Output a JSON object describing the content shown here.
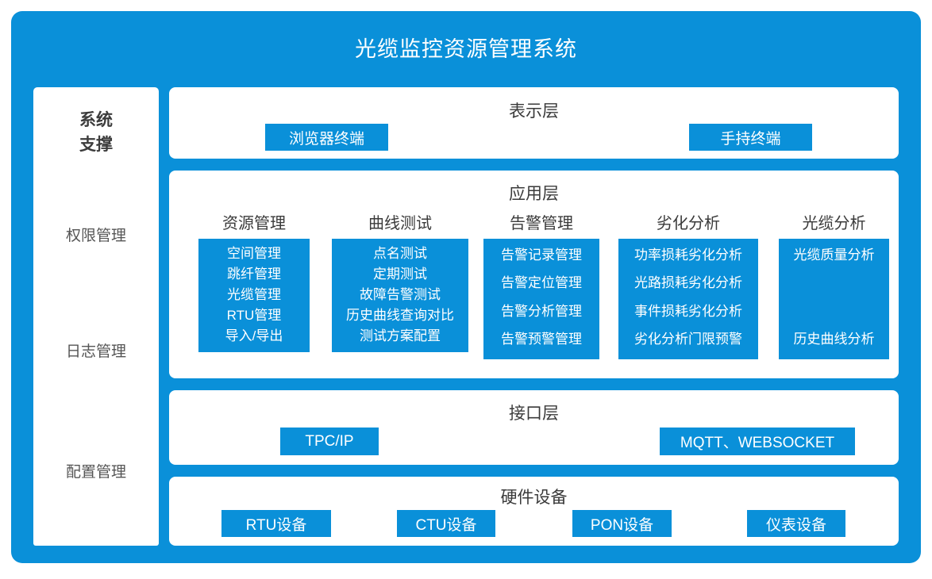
{
  "title": "光缆监控资源管理系统",
  "colors": {
    "brand_blue": "#0a90d9",
    "panel_white": "#ffffff",
    "text_dark": "#3a3a3a"
  },
  "sidebar": {
    "title": "系统\n支撑",
    "title_line1": "系统",
    "title_line2": "支撑",
    "items": [
      {
        "label": "权限管理"
      },
      {
        "label": "日志管理"
      },
      {
        "label": "配置管理"
      }
    ]
  },
  "layers": {
    "presentation": {
      "title": "表示层",
      "chips": [
        {
          "label": "浏览器终端"
        },
        {
          "label": "手持终端"
        }
      ]
    },
    "application": {
      "title": "应用层",
      "columns": [
        {
          "head": "资源管理",
          "items": [
            "空间管理",
            "跳纤管理",
            "光缆管理",
            "RTU管理",
            "导入/导出"
          ]
        },
        {
          "head": "曲线测试",
          "items": [
            "点名测试",
            "定期测试",
            "故障告警测试",
            "历史曲线查询对比",
            "测试方案配置"
          ]
        },
        {
          "head": "告警管理",
          "items": [
            "告警记录管理",
            "告警定位管理",
            "告警分析管理",
            "告警预警管理"
          ]
        },
        {
          "head": "劣化分析",
          "items": [
            "功率损耗劣化分析",
            "光路损耗劣化分析",
            "事件损耗劣化分析",
            "劣化分析门限预警"
          ]
        },
        {
          "head": "光缆分析",
          "items": [
            "光缆质量分析",
            "历史曲线分析"
          ],
          "spaced": true
        }
      ]
    },
    "interface": {
      "title": "接口层",
      "chips": [
        {
          "label": "TPC/IP"
        },
        {
          "label": "MQTT、WEBSOCKET"
        }
      ]
    },
    "hardware": {
      "title": "硬件设备",
      "chips": [
        {
          "label": "RTU设备"
        },
        {
          "label": "CTU设备"
        },
        {
          "label": "PON设备"
        },
        {
          "label": "仪表设备"
        }
      ]
    }
  }
}
